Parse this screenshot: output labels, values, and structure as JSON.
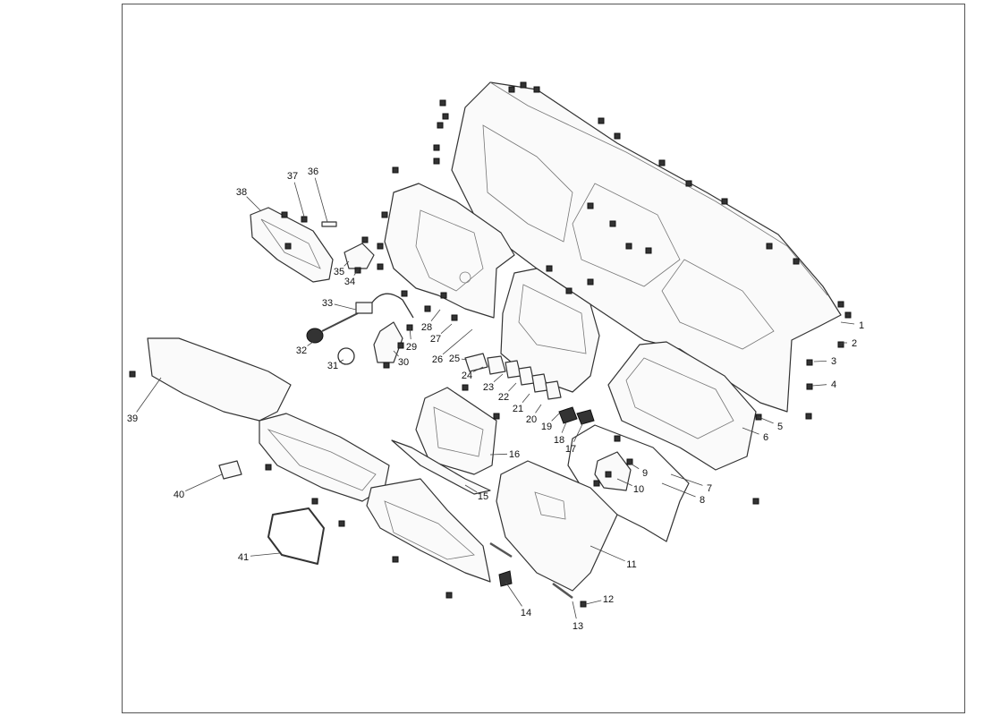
{
  "diagram": {
    "type": "exploded parts diagram",
    "callouts": [
      "1",
      "2",
      "3",
      "4",
      "5",
      "6",
      "7",
      "8",
      "9",
      "10",
      "11",
      "12",
      "13",
      "14",
      "15",
      "16",
      "17",
      "18",
      "19",
      "20",
      "21",
      "22",
      "23",
      "24",
      "25",
      "26",
      "27",
      "28",
      "29",
      "30",
      "31",
      "32",
      "33",
      "34",
      "35",
      "36",
      "37",
      "38",
      "39",
      "40",
      "41"
    ]
  }
}
